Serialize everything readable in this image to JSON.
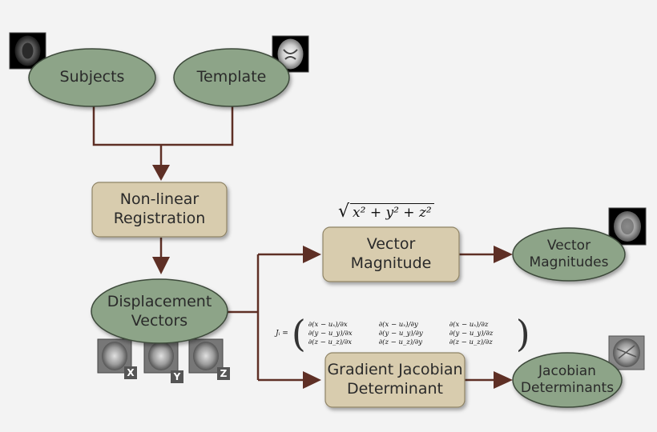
{
  "nodes": {
    "subjects": "Subjects",
    "template": "Template",
    "registration_line1": "Non-linear",
    "registration_line2": "Registration",
    "displacement_line1": "Displacement",
    "displacement_line2": "Vectors",
    "vector_magnitude_line1": "Vector",
    "vector_magnitude_line2": "Magnitude",
    "gradient_line1": "Gradient Jacobian",
    "gradient_line2": "Determinant",
    "vector_magnitudes_line1": "Vector",
    "vector_magnitudes_line2": "Magnitudes",
    "jacobian_dets_line1": "Jacobian",
    "jacobian_dets_line2": "Determinants"
  },
  "formulas": {
    "magnitude": "x² + y² + z²",
    "jacobian_lhs": "Jᵢ =",
    "jacobian_rows": [
      [
        "∂(x − uₓ)/∂x",
        "∂(x − uₓ)/∂y",
        "∂(x − uₓ)/∂z"
      ],
      [
        "∂(y − u_y)/∂x",
        "∂(y − u_y)/∂y",
        "∂(y − u_y)/∂z"
      ],
      [
        "∂(z − u_z)/∂x",
        "∂(z − u_z)/∂y",
        "∂(z − u_z)/∂z"
      ]
    ]
  },
  "axis_tags": {
    "x": "X",
    "y": "Y",
    "z": "Z"
  },
  "colors": {
    "ellipse_fill": "#8da488",
    "ellipse_stroke": "#3d4a3a",
    "box_fill": "#d8ccae",
    "box_stroke": "#8f8466",
    "connector": "#5e2f25",
    "background": "#f3f3f3"
  },
  "icons": [
    "brain-scan-dark-icon",
    "brain-scan-template-icon",
    "brain-scan-magnitude-icon",
    "brain-scan-jacobian-icon",
    "brain-scan-x-icon",
    "brain-scan-y-icon",
    "brain-scan-z-icon"
  ]
}
